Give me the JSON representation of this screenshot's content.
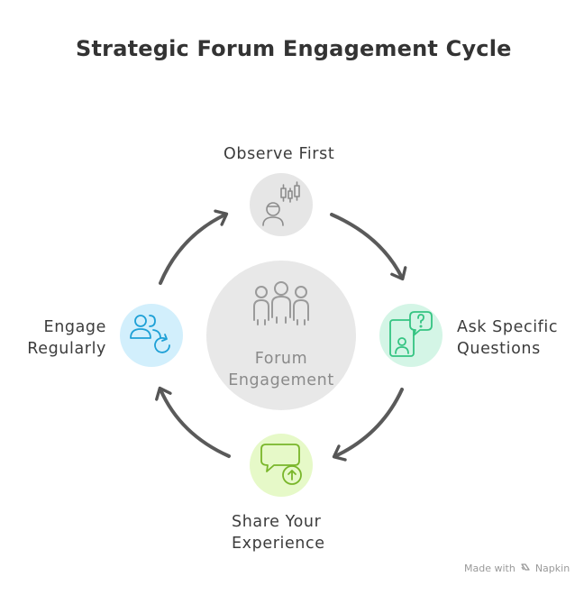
{
  "title": "Strategic Forum Engagement Cycle",
  "center": {
    "line1": "Forum",
    "line2": "Engagement",
    "icon": "group-of-people-icon"
  },
  "nodes": [
    {
      "id": "observe",
      "line1": "Observe First",
      "line2": "",
      "icon": "person-with-candlestick-chart-icon",
      "color": "#e6e6e6"
    },
    {
      "id": "ask",
      "line1": "Ask Specific",
      "line2": "Questions",
      "icon": "phone-with-question-bubble-icon",
      "color": "#d4f5e6"
    },
    {
      "id": "share",
      "line1": "Share Your",
      "line2": "Experience",
      "icon": "chat-bubble-with-upload-icon",
      "color": "#e6f9c8"
    },
    {
      "id": "engage",
      "line1": "Engage",
      "line2": "Regularly",
      "icon": "users-with-refresh-icon",
      "color": "#d2effc"
    }
  ],
  "footer": {
    "made_with": "Made with",
    "brand": "Napkin"
  }
}
